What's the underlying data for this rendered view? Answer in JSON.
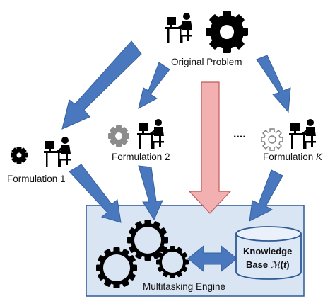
{
  "labels": {
    "original": "Original Problem",
    "f1": "Formulation 1",
    "f2": "Formulation 2",
    "fk_prefix": "Formulation ",
    "fk_var": "K",
    "dots": "....",
    "engine": "Multitasking Engine",
    "kb_line1": "Knowledge",
    "kb_line2_prefix": "Base ",
    "kb_line2_symbol": "ℳ",
    "kb_line2_open": "(",
    "kb_line2_var": "t",
    "kb_line2_close": ")"
  },
  "colors": {
    "blue_arrow": "#4a78be",
    "blue_arrow_stroke": "#36609f",
    "red_arrow": "#f2b0b0",
    "red_arrow_stroke": "#c05a5a",
    "engine_fill": "#d9e5f3",
    "engine_stroke": "#2e5a96",
    "kb_fill": "#dde8f6",
    "gear_black": "#000000",
    "gear_grey": "#7f7f7f"
  },
  "icons": [
    "person-at-desk-icon",
    "gear-icon",
    "database-cylinder-icon",
    "double-arrow-icon"
  ]
}
